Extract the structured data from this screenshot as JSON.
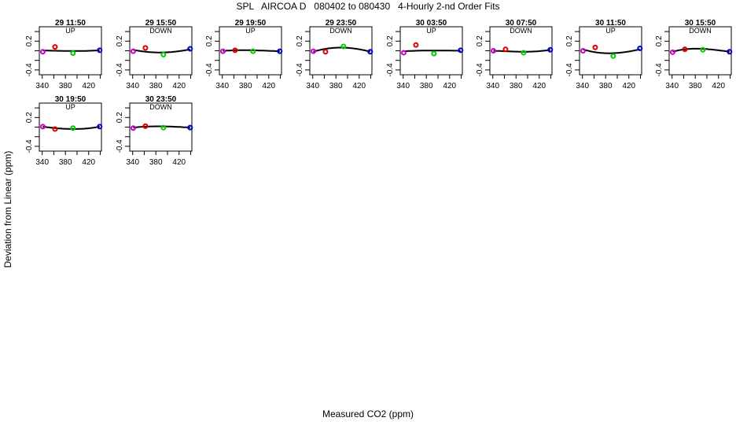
{
  "chart_data": {
    "type": "scatter",
    "title": "SPL   AIRCOA D   080402 to 080430   4-Hourly 2-nd Order Fits",
    "xlabel": "Measured CO2 (ppm)",
    "ylabel": "Deviation from Linear (ppm)",
    "xlim": [
      335,
      442
    ],
    "ylim": [
      -0.5,
      0.5
    ],
    "x_ticks": [
      340,
      360,
      380,
      400,
      420,
      440
    ],
    "x_tick_labels": [
      "340",
      "380",
      "420"
    ],
    "y_ticks": [
      0.4,
      0.2,
      0.0,
      -0.2,
      -0.4
    ],
    "y_tick_labels": [
      "0.2",
      "-0.4"
    ],
    "grid": false,
    "point_colors": [
      "#cc00cc",
      "#dd0000",
      "#00cc00",
      "#0000cc"
    ],
    "panels": [
      {
        "title": "29 11:50",
        "direction": "UP",
        "x": [
          341,
          362,
          393,
          439
        ],
        "y": [
          -0.02,
          0.08,
          -0.05,
          0.01
        ],
        "fit": [
          0.005,
          0.0,
          -0.005,
          0.01
        ]
      },
      {
        "title": "29 15:50",
        "direction": "DOWN",
        "x": [
          341,
          362,
          393,
          439
        ],
        "y": [
          -0.01,
          0.06,
          -0.08,
          0.04
        ],
        "fit": [
          0.02,
          -0.02,
          -0.035,
          0.03
        ]
      },
      {
        "title": "29 19:50",
        "direction": "UP",
        "x": [
          341,
          362,
          393,
          439
        ],
        "y": [
          -0.01,
          0.01,
          -0.01,
          -0.01
        ],
        "fit": [
          -0.005,
          0.01,
          0.01,
          -0.01
        ]
      },
      {
        "title": "29 23:50",
        "direction": "DOWN",
        "x": [
          341,
          362,
          393,
          439
        ],
        "y": [
          -0.01,
          -0.02,
          0.09,
          -0.02
        ],
        "fit": [
          -0.02,
          0.04,
          0.065,
          -0.02
        ]
      },
      {
        "title": "30 03:50",
        "direction": "UP",
        "x": [
          341,
          362,
          393,
          439
        ],
        "y": [
          -0.04,
          0.12,
          -0.06,
          0.01
        ],
        "fit": [
          -0.01,
          0.0,
          0.005,
          0.0
        ]
      },
      {
        "title": "30 07:50",
        "direction": "DOWN",
        "x": [
          341,
          362,
          393,
          439
        ],
        "y": [
          0.0,
          0.03,
          -0.04,
          0.02
        ],
        "fit": [
          0.0,
          -0.01,
          -0.02,
          0.02
        ]
      },
      {
        "title": "30 11:50",
        "direction": "UP",
        "x": [
          341,
          362,
          393,
          439
        ],
        "y": [
          0.0,
          0.07,
          -0.11,
          0.05
        ],
        "fit": [
          0.03,
          -0.03,
          -0.05,
          0.03
        ]
      },
      {
        "title": "30 15:50",
        "direction": "DOWN",
        "x": [
          341,
          362,
          393,
          439
        ],
        "y": [
          -0.03,
          0.03,
          0.02,
          -0.02
        ],
        "fit": [
          -0.02,
          0.03,
          0.04,
          -0.02
        ]
      },
      {
        "title": "30 19:50",
        "direction": "UP",
        "x": [
          341,
          362,
          393,
          439
        ],
        "y": [
          0.01,
          -0.04,
          -0.02,
          0.01
        ],
        "fit": [
          0.01,
          -0.02,
          -0.04,
          0.01
        ]
      },
      {
        "title": "30 23:50",
        "direction": "DOWN",
        "x": [
          341,
          362,
          393,
          439
        ],
        "y": [
          -0.02,
          0.02,
          -0.01,
          -0.01
        ],
        "fit": [
          -0.01,
          0.01,
          0.015,
          -0.01
        ]
      }
    ]
  }
}
